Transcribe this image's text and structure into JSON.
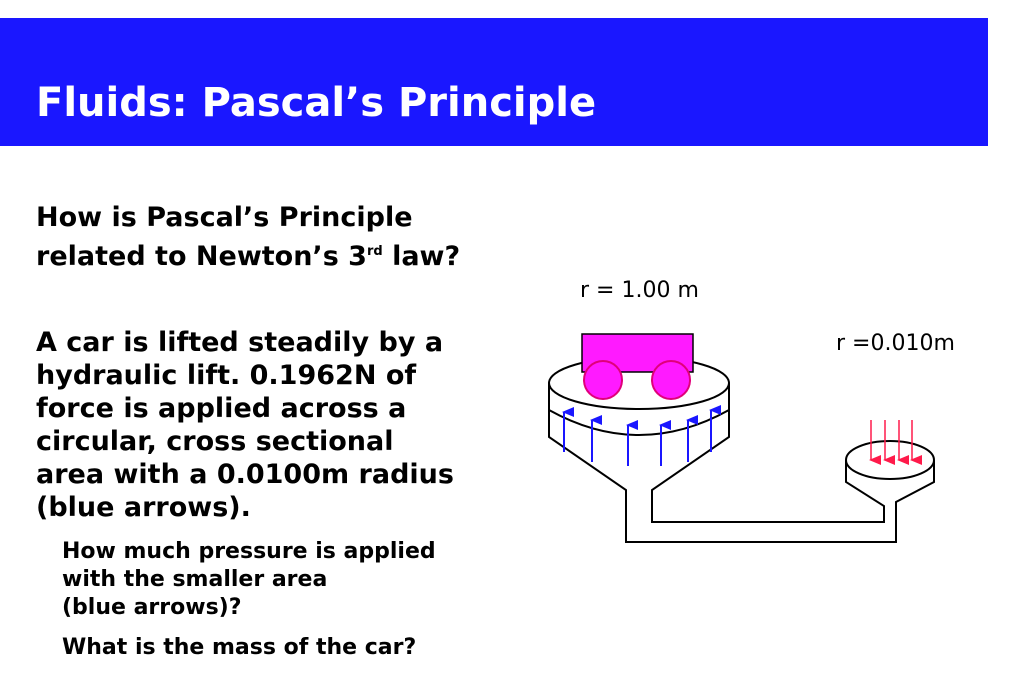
{
  "slide": {
    "title": "Fluids: Pascal’s Principle",
    "question": {
      "line1": "How is Pascal’s Principle",
      "line2_before": "related to Newton’s 3",
      "line2_sup": "rd",
      "line2_after": " law?"
    },
    "problem_lines": [
      "A car is lifted steadily by a",
      "hydraulic lift. 0.1962N of",
      "force is applied across a",
      "circular, cross sectional",
      "area with a 0.0100m radius",
      "(blue arrows)."
    ],
    "sub_question_1_lines": [
      "How much pressure is applied",
      "with the smaller area",
      "(blue arrows)?"
    ],
    "sub_question_2": "What is the mass of the car?"
  },
  "diagram": {
    "large_radius_label": "r = 1.00 m",
    "small_radius_label": "r =0.010m",
    "colors": {
      "car": "#ff1aff",
      "car_outline": "#e0007a",
      "up_arrows": "#1a17ff",
      "down_arrows": "#ff1a4a",
      "title_bar": "#1a17ff"
    }
  }
}
